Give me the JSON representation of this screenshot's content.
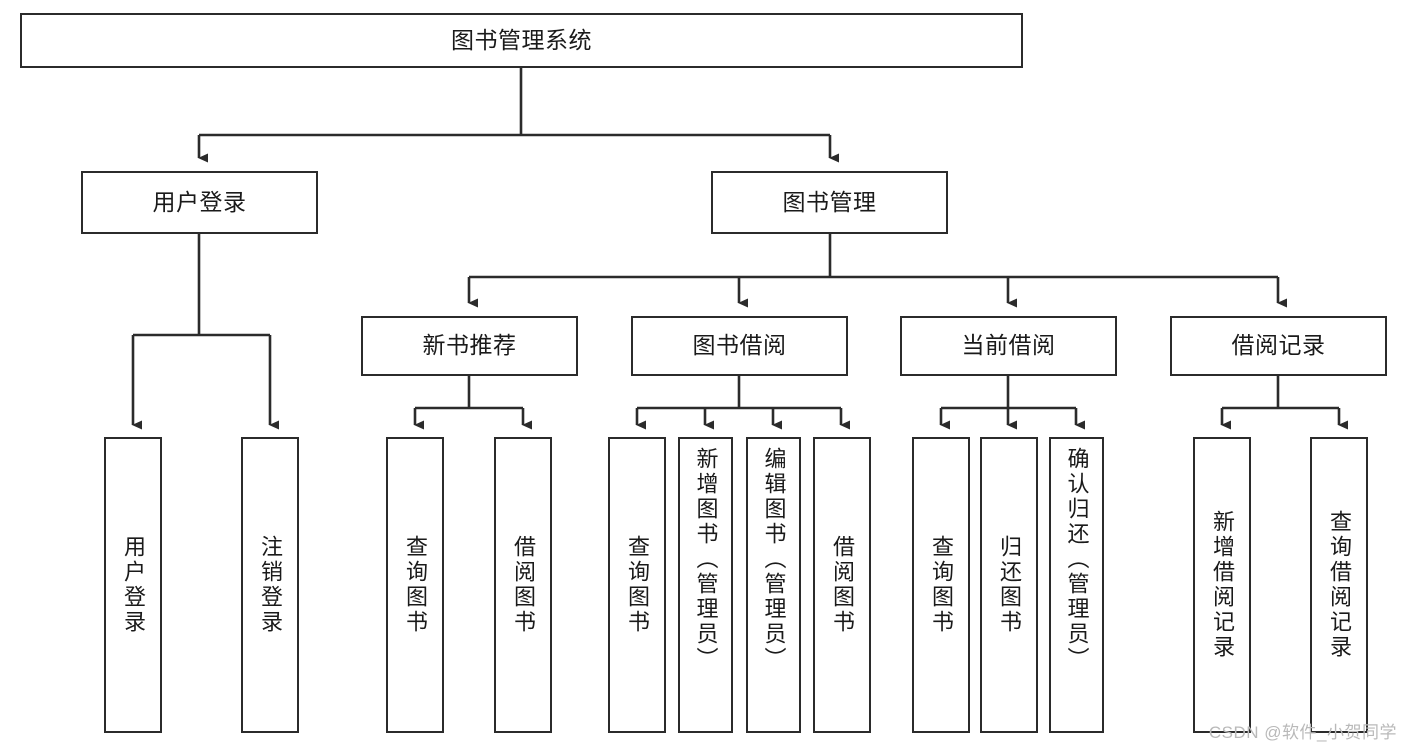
{
  "diagram": {
    "type": "tree-hierarchy",
    "title": "图书管理系统",
    "watermark": "CSDN @软件_小贺同学",
    "colors": {
      "background": "#ffffff",
      "box_border": "#2b2b2b",
      "box_fill": "#ffffff",
      "edge": "#2b2b2b",
      "text": "#1a1a1a",
      "watermark": "#b9b9b9"
    },
    "levels": [
      {
        "level": 1,
        "nodes": [
          {
            "id": "root",
            "label": "图书管理系统",
            "orientation": "horizontal"
          }
        ]
      },
      {
        "level": 2,
        "nodes": [
          {
            "id": "login",
            "label": "用户登录",
            "orientation": "horizontal",
            "parent": "root"
          },
          {
            "id": "bookmgmt",
            "label": "图书管理",
            "orientation": "horizontal",
            "parent": "root"
          }
        ]
      },
      {
        "level": 3,
        "nodes": [
          {
            "id": "newbook",
            "label": "新书推荐",
            "orientation": "horizontal",
            "parent": "bookmgmt"
          },
          {
            "id": "borrow",
            "label": "图书借阅",
            "orientation": "horizontal",
            "parent": "bookmgmt"
          },
          {
            "id": "current",
            "label": "当前借阅",
            "orientation": "horizontal",
            "parent": "bookmgmt"
          },
          {
            "id": "records",
            "label": "借阅记录",
            "orientation": "horizontal",
            "parent": "bookmgmt"
          }
        ]
      },
      {
        "level": 4,
        "nodes": [
          {
            "id": "leaf1",
            "label": "用户登录",
            "orientation": "vertical",
            "parent": "login"
          },
          {
            "id": "leaf2",
            "label": "注销登录",
            "orientation": "vertical",
            "parent": "login"
          },
          {
            "id": "leaf3",
            "label": "查询图书",
            "orientation": "vertical",
            "parent": "newbook"
          },
          {
            "id": "leaf4",
            "label": "借阅图书",
            "orientation": "vertical",
            "parent": "newbook"
          },
          {
            "id": "leaf5",
            "label": "查询图书",
            "orientation": "vertical",
            "parent": "borrow"
          },
          {
            "id": "leaf6",
            "label": "新增图书（管理员）",
            "orientation": "vertical",
            "parent": "borrow"
          },
          {
            "id": "leaf7",
            "label": "编辑图书（管理员）",
            "orientation": "vertical",
            "parent": "borrow"
          },
          {
            "id": "leaf8",
            "label": "借阅图书",
            "orientation": "vertical",
            "parent": "borrow"
          },
          {
            "id": "leaf9",
            "label": "查询图书",
            "orientation": "vertical",
            "parent": "current"
          },
          {
            "id": "leaf10",
            "label": "归还图书",
            "orientation": "vertical",
            "parent": "current"
          },
          {
            "id": "leaf11",
            "label": "确认归还（管理员）",
            "orientation": "vertical",
            "parent": "current"
          },
          {
            "id": "leaf12",
            "label": "新增借阅记录",
            "orientation": "vertical",
            "parent": "records"
          },
          {
            "id": "leaf13",
            "label": "查询借阅记录",
            "orientation": "vertical",
            "parent": "records"
          }
        ]
      }
    ]
  }
}
